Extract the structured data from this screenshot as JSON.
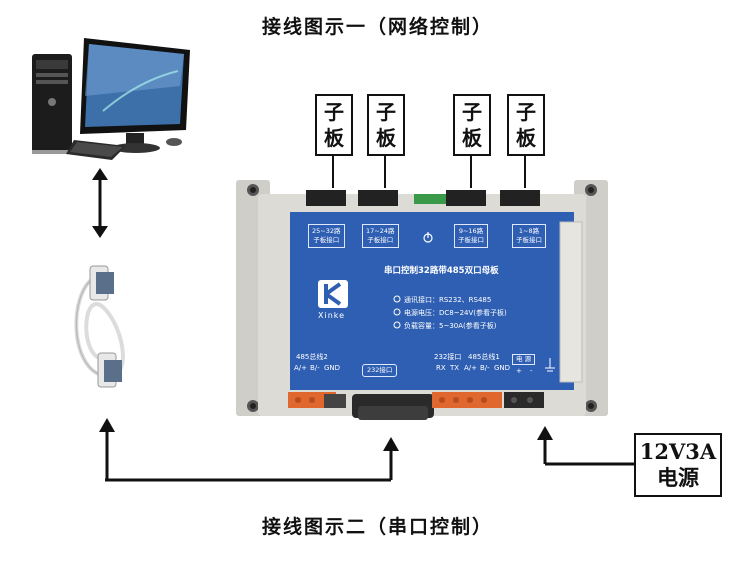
{
  "top_title": "接线图示一（网络控制）",
  "bottom_title": "接线图示二（串口控制）",
  "sub_board_label_line1": "子",
  "sub_board_label_line2": "板",
  "sub_boards": [
    "sub-board-1",
    "sub-board-2",
    "sub-board-3",
    "sub-board-4"
  ],
  "power_supply": {
    "line1": "12V3A",
    "line2": "电源"
  },
  "board": {
    "brand": "Xinke",
    "title": "串口控制32路带485双口母板",
    "ports": [
      "25~32路\n子板接口",
      "17~24路\n子板接口",
      "9~16路\n子板接口",
      "1~8路\n子板接口"
    ],
    "specs": [
      "通讯接口：RS232、RS485",
      "电源电压：DC8~24V(参看子板)",
      "负载容量：5~30A(参看子板)"
    ],
    "bus2_label": "485总线2",
    "bus2_pins": [
      "A/+",
      "B/-",
      "GND"
    ],
    "rs232_label": "232接口",
    "rs232_header": "232接口",
    "bus1_label": "485总线1",
    "rs232_pins": [
      "RX",
      "TX",
      "A/+",
      "B/-",
      "GND"
    ],
    "power_label": "电 源",
    "power_pins": [
      "+",
      "-"
    ]
  },
  "colors": {
    "panel_blue": "#2f5fb3",
    "enclosure": "#d9d8d2",
    "terminal_orange": "#e0672e"
  }
}
